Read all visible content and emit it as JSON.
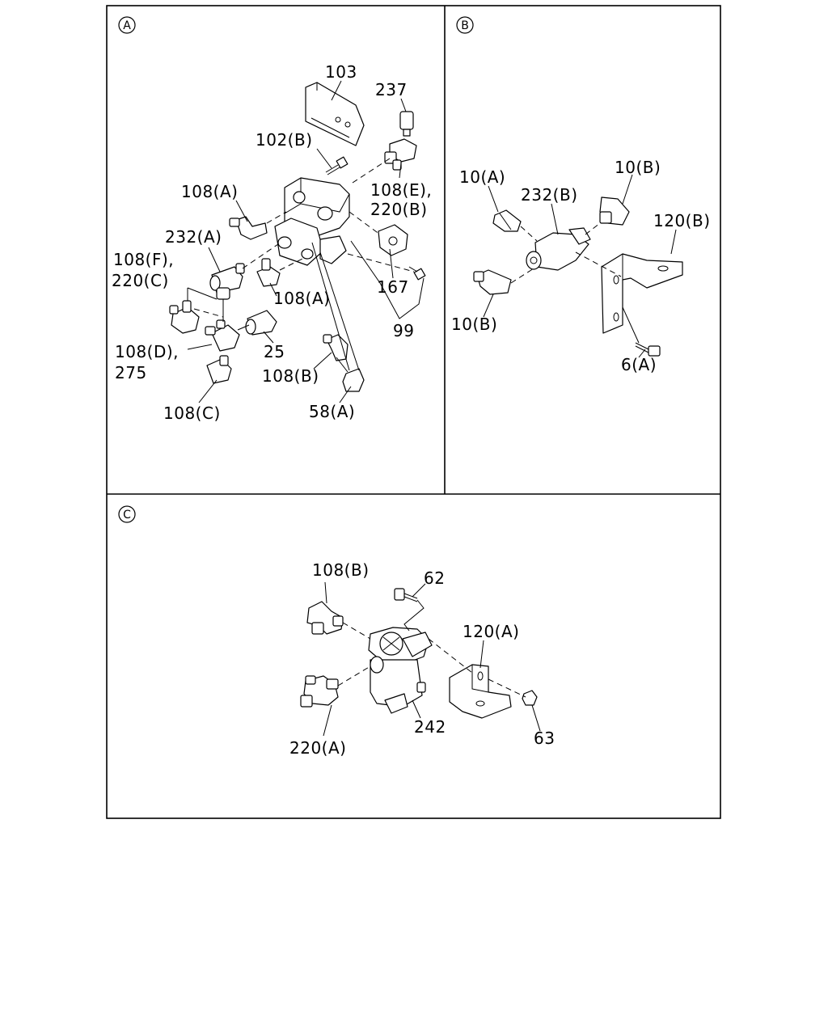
{
  "panels": {
    "a": {
      "marker": "A",
      "labels": {
        "p103": "103",
        "p237": "237",
        "p102b": "102(B)",
        "p108a_top": "108(A)",
        "p108e": "108(E),",
        "p220b": "220(B)",
        "p232a": "232(A)",
        "p108f": "108(F),",
        "p220c": "220(C)",
        "p108a_mid": "108(A)",
        "p167": "167",
        "p99": "99",
        "p25": "25",
        "p108d": "108(D),",
        "p275": "275",
        "p108b": "108(B)",
        "p58a": "58(A)",
        "p108c": "108(C)"
      }
    },
    "b": {
      "marker": "B",
      "labels": {
        "p10a": "10(A)",
        "p232b": "232(B)",
        "p10b_top": "10(B)",
        "p120b": "120(B)",
        "p10b_bottom": "10(B)",
        "p6a": "6(A)"
      }
    },
    "c": {
      "marker": "C",
      "labels": {
        "p108b": "108(B)",
        "p62": "62",
        "p120a": "120(A)",
        "p242": "242",
        "p63": "63",
        "p220a": "220(A)"
      }
    }
  }
}
